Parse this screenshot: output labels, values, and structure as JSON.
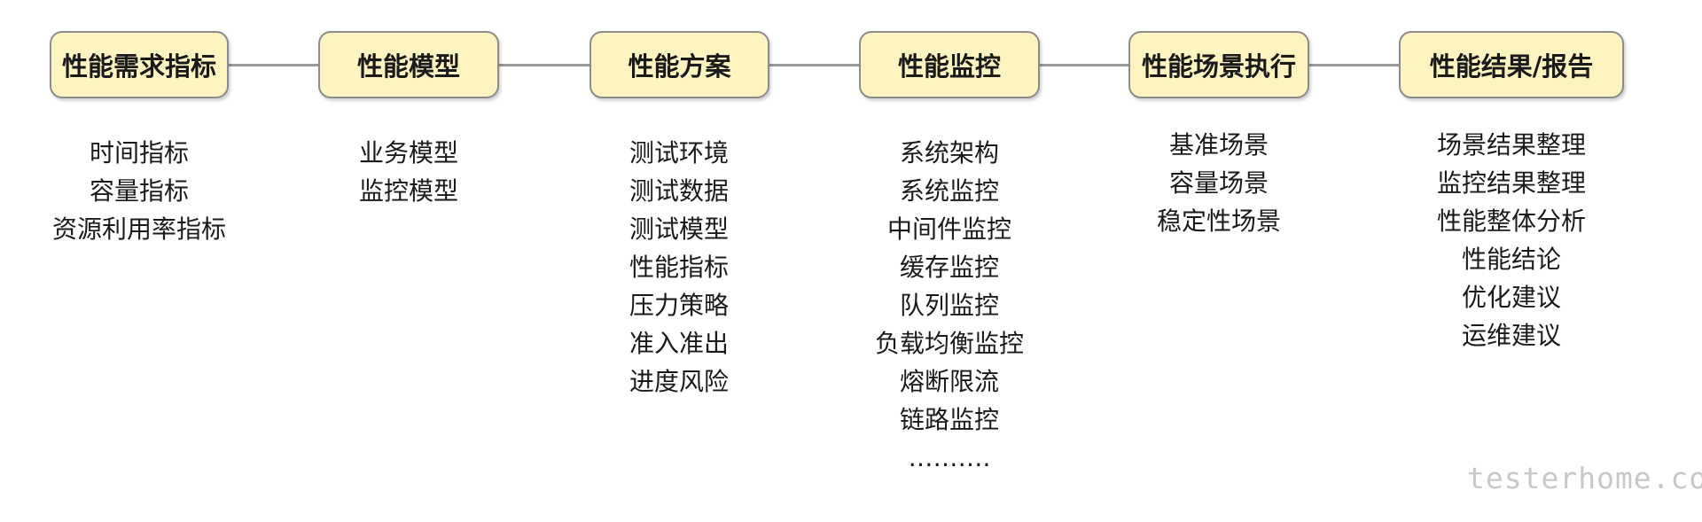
{
  "stages": [
    {
      "title": "性能需求指标",
      "items": [
        "时间指标",
        "容量指标",
        "资源利用率指标"
      ]
    },
    {
      "title": "性能模型",
      "items": [
        "业务模型",
        "监控模型"
      ]
    },
    {
      "title": "性能方案",
      "items": [
        "测试环境",
        "测试数据",
        "测试模型",
        "性能指标",
        "压力策略",
        "准入准出",
        "进度风险"
      ]
    },
    {
      "title": "性能监控",
      "items": [
        "系统架构",
        "系统监控",
        "中间件监控",
        "缓存监控",
        "队列监控",
        "负载均衡监控",
        "熔断限流",
        "链路监控",
        "………."
      ]
    },
    {
      "title": "性能场景执行",
      "items": [
        "基准场景",
        "容量场景",
        "稳定性场景"
      ]
    },
    {
      "title": "性能结果/报告",
      "items": [
        "场景结果整理",
        "监控结果整理",
        "性能整体分析",
        "性能结论",
        "优化建议",
        "运维建议"
      ]
    }
  ],
  "watermark": "testerhome.com",
  "colors": {
    "box_fill": "#fdf4c2",
    "box_border": "#8c8c8c",
    "connector": "#9a9a9a",
    "text": "#1a1a1a"
  }
}
